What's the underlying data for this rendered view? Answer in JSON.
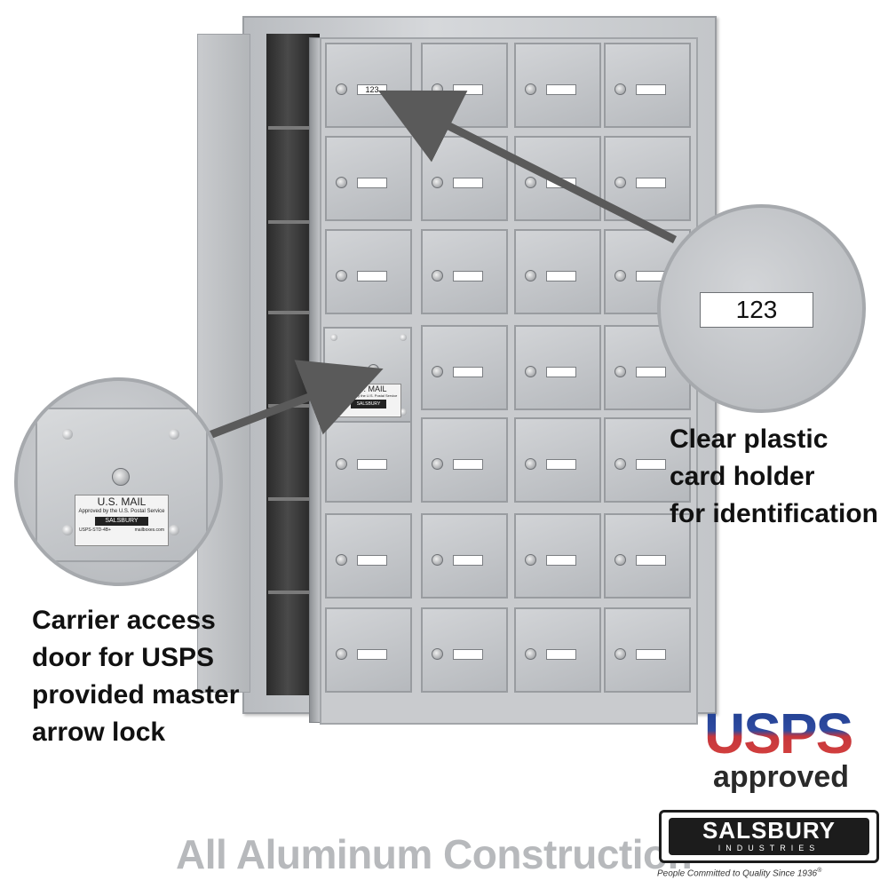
{
  "mailbox": {
    "sample_card_number": "123",
    "carrier_plate": {
      "title": "U.S. MAIL",
      "subtitle": "Approved by the U.S. Postal Service",
      "brand": "SALSBURY",
      "model": "USPS-STD-4B+",
      "site": "mailboxes.com"
    }
  },
  "callouts": {
    "card_holder": {
      "zoom_number": "123",
      "lines": [
        "Clear plastic",
        "card holder",
        "for identification"
      ]
    },
    "carrier_door": {
      "lines": [
        "Carrier access",
        "door for USPS",
        "provided master",
        "arrow lock"
      ]
    }
  },
  "tagline": "All Aluminum Construction",
  "badges": {
    "usps": {
      "word": "USPS",
      "approved": "approved"
    },
    "salsbury": {
      "name": "SALSBURY",
      "sub": "INDUSTRIES",
      "tagline": "People Committed to Quality Since 1936",
      "trademark": "®"
    }
  },
  "colors": {
    "usps_blue": "#1f3f8f",
    "usps_red": "#d8423d",
    "aluminum": "#c9cbce"
  }
}
